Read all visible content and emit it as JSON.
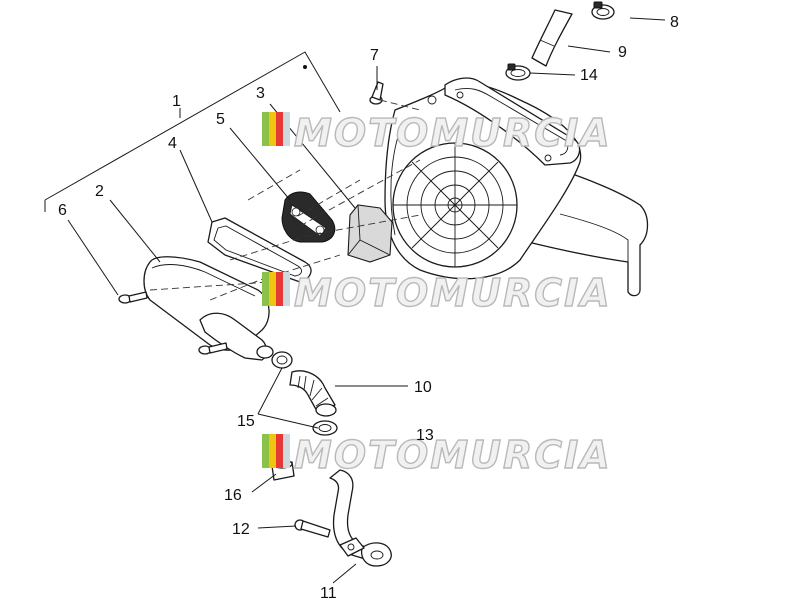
{
  "diagram": {
    "callouts": [
      {
        "label": "1"
      },
      {
        "label": "2"
      },
      {
        "label": "3"
      },
      {
        "label": "4"
      },
      {
        "label": "5"
      },
      {
        "label": "6"
      },
      {
        "label": "7"
      },
      {
        "label": "8"
      },
      {
        "label": "9"
      },
      {
        "label": "10"
      },
      {
        "label": "11"
      },
      {
        "label": "12"
      },
      {
        "label": "13"
      },
      {
        "label": "14"
      },
      {
        "label": "15"
      },
      {
        "label": "16"
      }
    ],
    "watermark": {
      "text": "MOTOMURCIA",
      "flag_colors": [
        "#8bc34a",
        "#f1c40f",
        "#e53935",
        "#cfd8dc"
      ]
    }
  }
}
